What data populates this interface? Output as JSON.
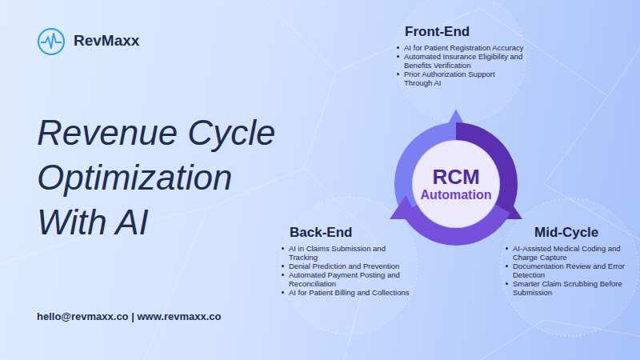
{
  "diagram": {
    "title": "Revenue Cycle Optimization With AI",
    "nodes": [
      {
        "text": [
          "RCM",
          "Automation"
        ]
      },
      {
        "text": [
          "Front-End",
          "AI for Patient Registration Accuracy",
          "Automated Insurance Eligibility and Benefits Verification",
          "Prior Authorization Support Through AI"
        ]
      },
      {
        "text": [
          "Mid-Cycle",
          "AI-Assisted Medical Coding and Charge Capture",
          "Documentation Review and Error Detection",
          "Smarter Claim Scrubbing Before Submission"
        ]
      },
      {
        "text": [
          "Back-End",
          "AI in Claims Submission and Tracking",
          "Denial Prediction and Prevention",
          "Automated Payment Posting and Reconciliation",
          "AI for Patient Billing and Collections"
        ]
      }
    ],
    "edges": [
      {
        "from": 0,
        "to": 1,
        "arrow": "to"
      },
      {
        "from": 0,
        "to": 2,
        "arrow": "to"
      },
      {
        "from": 0,
        "to": 3,
        "arrow": "to"
      }
    ],
    "labels": [
      "RevMaxx",
      "hello@revmaxx.co | www.revmaxx.co"
    ]
  }
}
